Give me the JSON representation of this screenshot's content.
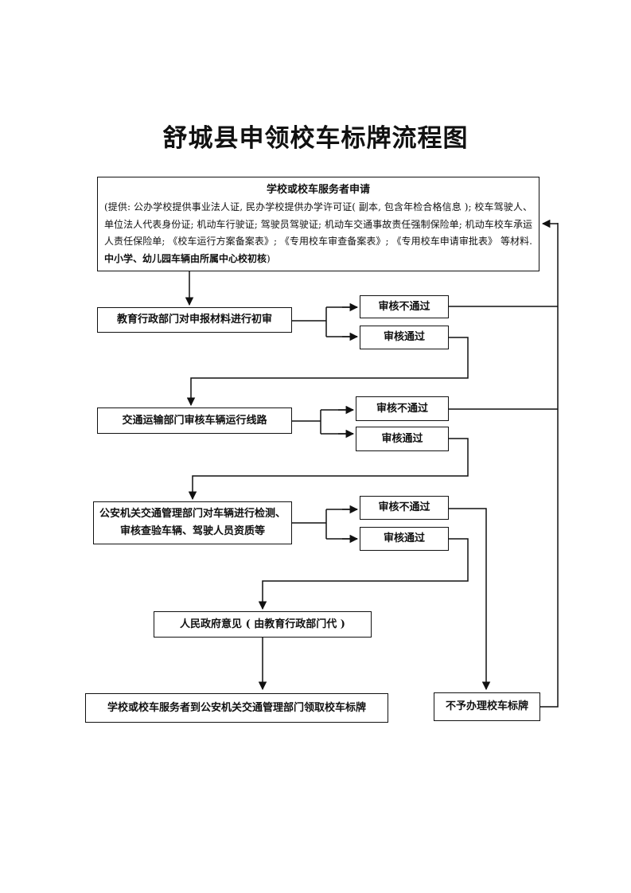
{
  "title": "舒城县申领校车标牌流程图",
  "apply": {
    "heading": "学校或校车服务者申请",
    "detail": "(提供: 公办学校提供事业法人证, 民办学校提供办学许可证( 副本, 包含年检合格信息 ); 校车驾驶人、单位法人代表身份证; 机动车行驶证; 驾驶员驾驶证; 机动车交通事故责任强制保险单; 机动车校车承运人责任保险单; 《校车运行方案备案表》; 《专用校车审查备案表》; 《专用校车申请审批表》 等材料. ",
    "detail_bold": "中小学、幼儿园车辆由所属中心校初核",
    "detail_end": ")"
  },
  "steps": {
    "education": "教育行政部门对申报材料进行初审",
    "transport": "交通运输部门审核车辆运行线路",
    "police": "公安机关交通管理部门对车辆进行检测、审核查验车辆、驾驶人员资质等",
    "government": "人民政府意见 ( 由教育行政部门代 )",
    "final": "学校或校车服务者到公安机关交通管理部门领取校车标牌",
    "reject": "不予办理校车标牌"
  },
  "outcomes": {
    "fail": "审核不通过",
    "pass": "审核通过"
  }
}
